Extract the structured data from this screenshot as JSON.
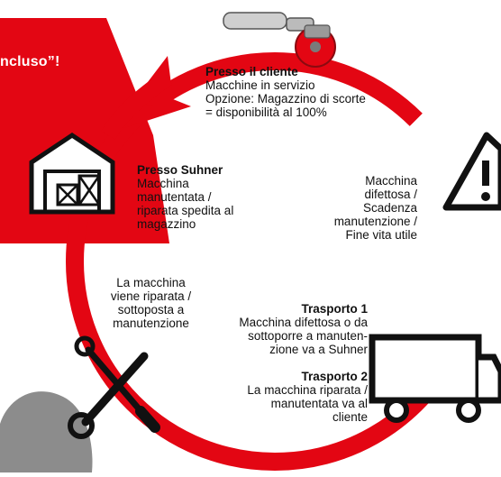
{
  "colors": {
    "accent_red": "#e30613",
    "ink": "#111111",
    "person_gray": "#8c8c8c",
    "background": "#ffffff"
  },
  "banner": {
    "text": "ncluso”!"
  },
  "icons": [
    "grinder-icon",
    "warehouse-icon",
    "warning-triangle-icon",
    "wrench-screwdriver-icon",
    "truck-icon"
  ],
  "steps": {
    "client": {
      "title": "Presso il cliente",
      "lines": [
        "Macchine in servizio",
        "Opzione: Magazzino di scorte",
        "= disponibilità al 100%"
      ]
    },
    "suhner": {
      "title": "Presso Suhner",
      "lines": [
        "Macchina",
        "manutentata /",
        "riparata spedita al",
        "magazzino"
      ]
    },
    "defect": {
      "lines": [
        "Macchina",
        "difettosa /",
        "Scadenza",
        "manutenzione /",
        "Fine vita utile"
      ]
    },
    "repair": {
      "lines": [
        "La macchina",
        "viene riparata /",
        "sottoposta a",
        "manutenzione"
      ]
    },
    "transport1": {
      "title": "Trasporto 1",
      "lines": [
        "Macchina difettosa o da",
        "sottoporre a manuten-",
        "zione va a Suhner"
      ]
    },
    "transport2": {
      "title": "Trasporto 2",
      "lines": [
        "La macchina riparata /",
        "manutentata va al",
        "cliente"
      ]
    }
  }
}
